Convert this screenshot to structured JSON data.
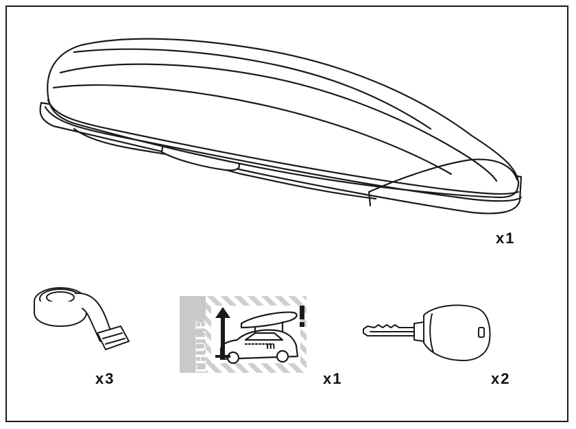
{
  "colors": {
    "ink": "#1a1a1a",
    "sticker_gray": "#c9c9c9",
    "sticker_text": "#ffffff"
  },
  "parts": {
    "roof_box": {
      "icon": "roof-box-icon",
      "quantity": "x1"
    },
    "strap": {
      "icon": "strap-icon",
      "quantity": "x3"
    },
    "sticker": {
      "icon": "height-warning-sticker-icon",
      "quantity": "x1",
      "brand": "THULE",
      "unit": "m"
    },
    "key": {
      "icon": "key-icon",
      "quantity": "x2"
    }
  }
}
